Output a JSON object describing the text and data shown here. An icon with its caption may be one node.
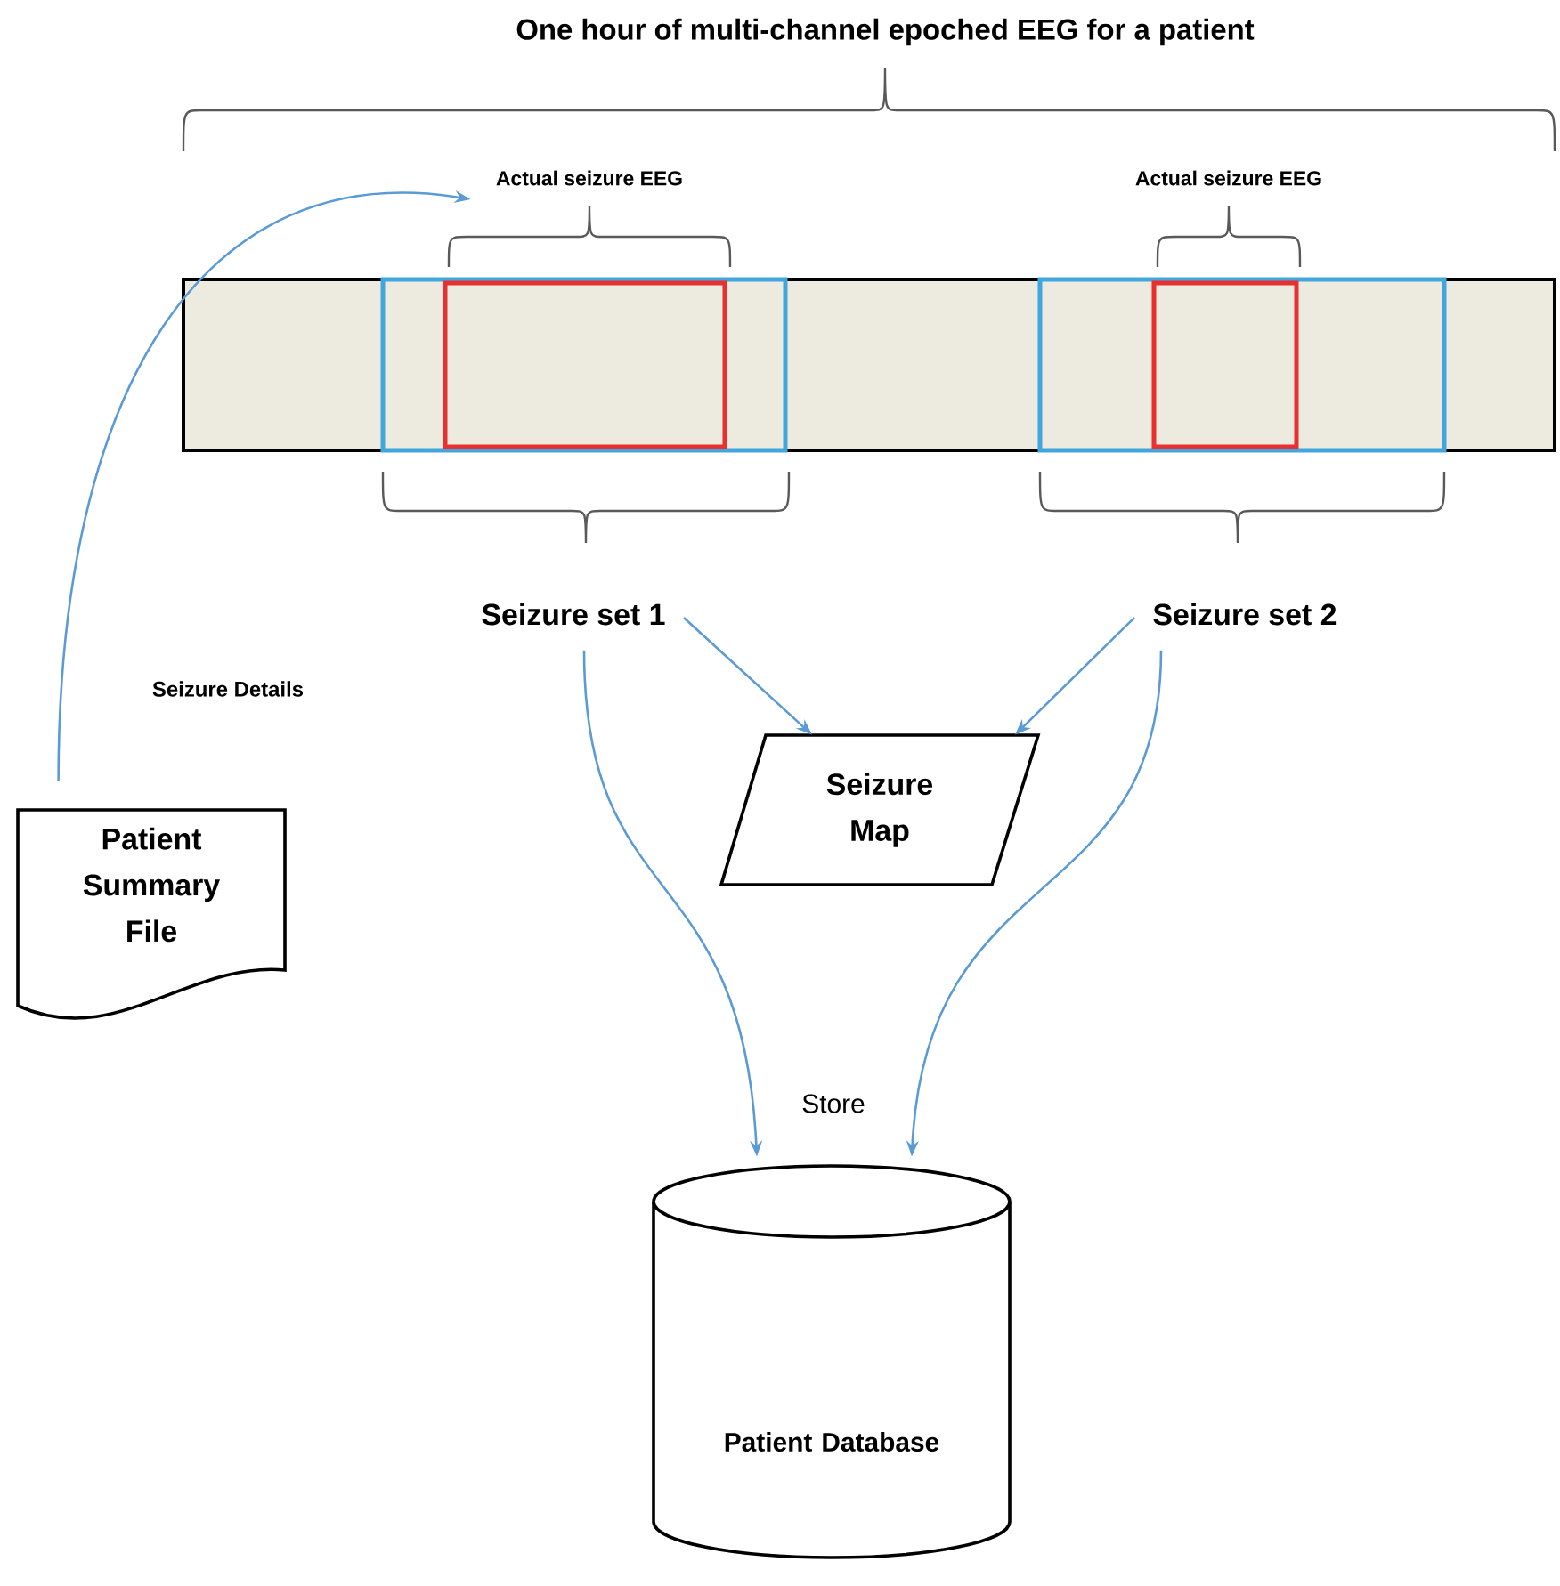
{
  "diagram": {
    "nodes": [
      {
        "text": [
          "Seizure set 1"
        ]
      },
      {
        "text": [
          "Seizure set 2"
        ]
      },
      {
        "text": [
          "Seizure Map"
        ]
      },
      {
        "text": [
          "Patient Summary File"
        ]
      },
      {
        "text": [
          "Patient Database"
        ]
      },
      {
        "text": [
          "Actual seizure EEG"
        ]
      }
    ],
    "edges": [
      {
        "from": 0,
        "to": 2,
        "arrow": "to"
      },
      {
        "from": 1,
        "to": 2,
        "arrow": "to"
      },
      {
        "from": 0,
        "to": 4,
        "arrow": "to"
      },
      {
        "from": 1,
        "to": 4,
        "arrow": "to"
      },
      {
        "from": 3,
        "to": 5,
        "arrow": "to",
        "label": "Seizure Details"
      }
    ],
    "labels": [
      "One hour of multi-channel epoched EEG for a patient",
      "Actual seizure EEG",
      "Store"
    ]
  }
}
